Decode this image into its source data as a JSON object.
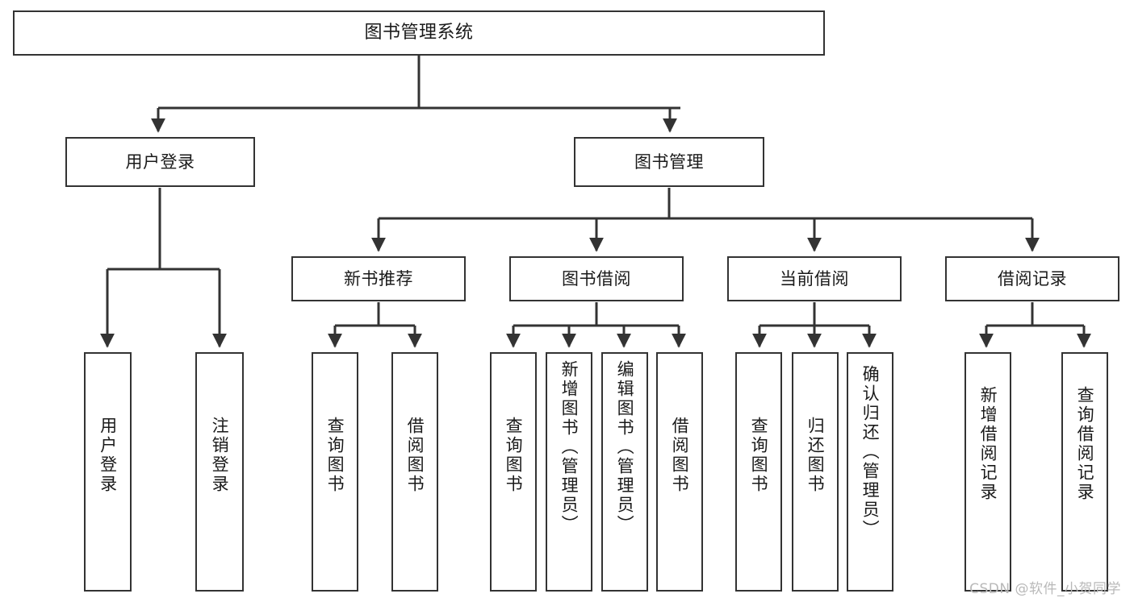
{
  "diagram": {
    "title": "图书管理系统",
    "type": "tree",
    "watermark": "CSDN @软件_小贺同学",
    "colors": {
      "box_border": "#333333",
      "box_fill": "#ffffff",
      "edge": "#333333",
      "text": "#1a1a1a",
      "watermark": "#b9b9b9"
    },
    "nodes": {
      "root": {
        "label": "图书管理系统"
      },
      "level2": [
        {
          "id": "user-login",
          "label": "用户登录"
        },
        {
          "id": "book-manage",
          "label": "图书管理"
        }
      ],
      "level3": [
        {
          "id": "new-book-recommend",
          "label": "新书推荐"
        },
        {
          "id": "book-borrow",
          "label": "图书借阅"
        },
        {
          "id": "current-borrow",
          "label": "当前借阅"
        },
        {
          "id": "borrow-record",
          "label": "借阅记录"
        }
      ],
      "leaves": {
        "user_login": [
          {
            "id": "leaf-user-login",
            "label": "用户登录"
          },
          {
            "id": "leaf-logout-login",
            "label": "注销登录"
          }
        ],
        "new_book_recommend": [
          {
            "id": "leaf-query-book-1",
            "label": "查询图书"
          },
          {
            "id": "leaf-borrow-book-1",
            "label": "借阅图书"
          }
        ],
        "book_borrow": [
          {
            "id": "leaf-query-book-2",
            "label": "查询图书"
          },
          {
            "id": "leaf-add-book",
            "label": "新增图书（管理员）"
          },
          {
            "id": "leaf-edit-book",
            "label": "编辑图书（管理员）"
          },
          {
            "id": "leaf-borrow-book-2",
            "label": "借阅图书"
          }
        ],
        "current_borrow": [
          {
            "id": "leaf-query-book-3",
            "label": "查询图书"
          },
          {
            "id": "leaf-return-book",
            "label": "归还图书"
          },
          {
            "id": "leaf-confirm-return",
            "label": "确认归还（管理员）"
          }
        ],
        "borrow_record": [
          {
            "id": "leaf-add-record",
            "label": "新增借阅记录"
          },
          {
            "id": "leaf-query-record",
            "label": "查询借阅记录"
          }
        ]
      }
    }
  }
}
